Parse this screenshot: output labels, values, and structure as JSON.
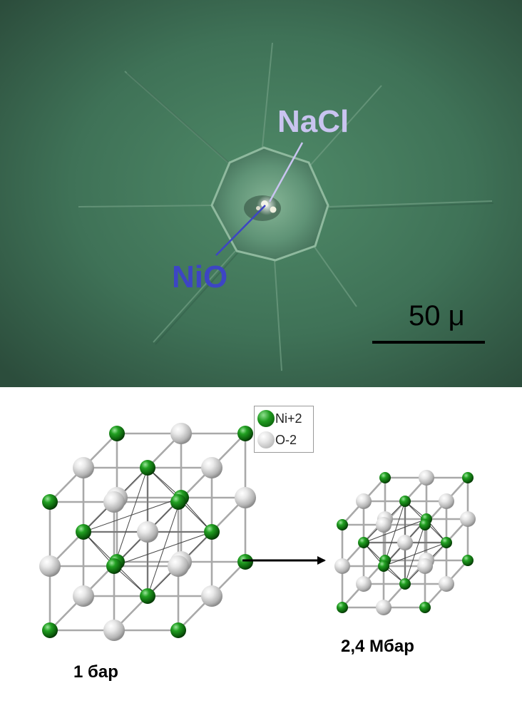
{
  "micrograph": {
    "labels": {
      "nacl": "NaCl",
      "nio": "NiO"
    },
    "scale_bar": "50 μ",
    "colors": {
      "nacl_label": "#C9C4F0",
      "nio_label": "#3D45C4",
      "background": "#3F6F55"
    }
  },
  "legend": {
    "items": [
      {
        "label": "Ni+2",
        "icon": "green-sphere-icon",
        "color": "#1E8F1E"
      },
      {
        "label": "O-2",
        "icon": "white-sphere-icon",
        "color": "#D9D9D9"
      }
    ]
  },
  "lattices": [
    {
      "caption": "1 бар"
    },
    {
      "caption": "2,4 Мбар"
    }
  ],
  "arrow": "right-arrow-icon"
}
